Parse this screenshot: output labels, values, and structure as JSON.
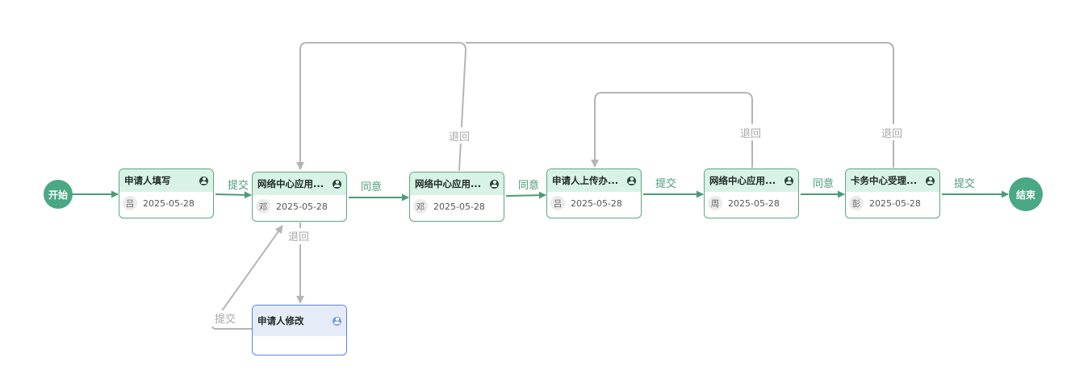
{
  "terminals": {
    "start": "开始",
    "end": "结束"
  },
  "nodes": [
    {
      "id": "n1",
      "title": "申请人填写",
      "avatar": "吕",
      "date": "2025-05-28"
    },
    {
      "id": "n2",
      "title": "网络中心应用...",
      "avatar": "邓",
      "date": "2025-05-28"
    },
    {
      "id": "n3",
      "title": "网络中心应用...",
      "avatar": "邓",
      "date": "2025-05-28"
    },
    {
      "id": "n4",
      "title": "申请人上传办...",
      "avatar": "吕",
      "date": "2025-05-28"
    },
    {
      "id": "n5",
      "title": "网络中心应用...",
      "avatar": "周",
      "date": "2025-05-28"
    },
    {
      "id": "n6",
      "title": "卡务中心受理...",
      "avatar": "彭",
      "date": "2025-05-28"
    },
    {
      "id": "n7",
      "title": "申请人修改",
      "avatar": "",
      "date": ""
    }
  ],
  "edge_labels": {
    "n1_n2": "提交",
    "n2_n3": "同意",
    "n3_n4": "同意",
    "n4_n5": "提交",
    "n5_n6": "同意",
    "n6_end": "提交",
    "n3_back": "退回",
    "n5_back": "退回",
    "n6_back": "退回",
    "n2_down": "退回",
    "n7_up": "提交"
  },
  "colors": {
    "accent": "#4aa884",
    "done_edge": "#4a9b78",
    "return_edge": "#b5b5b5",
    "active_node_border": "#5b86e0"
  }
}
